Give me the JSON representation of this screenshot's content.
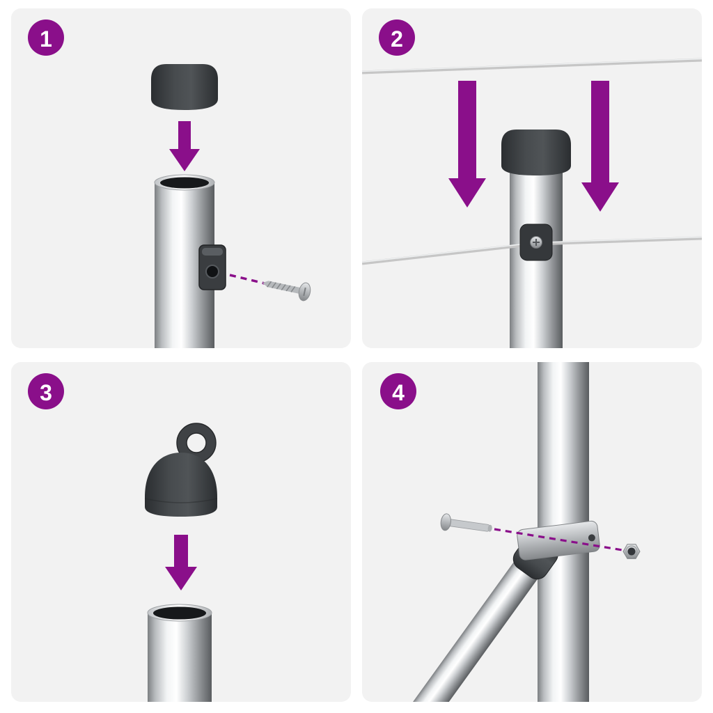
{
  "colors": {
    "background": "#ffffff",
    "panel_bg": "#f2f2f2",
    "accent": "#8a0f8a",
    "part_dark": "#3a3d40",
    "wire": "#c6c6c6"
  },
  "steps": [
    {
      "number": "1",
      "icons": [
        "post-cap",
        "down-arrow",
        "post-tube",
        "screw-bracket",
        "screw"
      ]
    },
    {
      "number": "2",
      "icons": [
        "tension-wire",
        "down-arrow",
        "down-arrow",
        "capped-post",
        "wire-clamp"
      ]
    },
    {
      "number": "3",
      "icons": [
        "eyelet-cap",
        "down-arrow",
        "post-tube"
      ]
    },
    {
      "number": "4",
      "icons": [
        "post-tube",
        "diagonal-brace",
        "brace-clamp",
        "bolt",
        "hex-nut"
      ]
    }
  ]
}
